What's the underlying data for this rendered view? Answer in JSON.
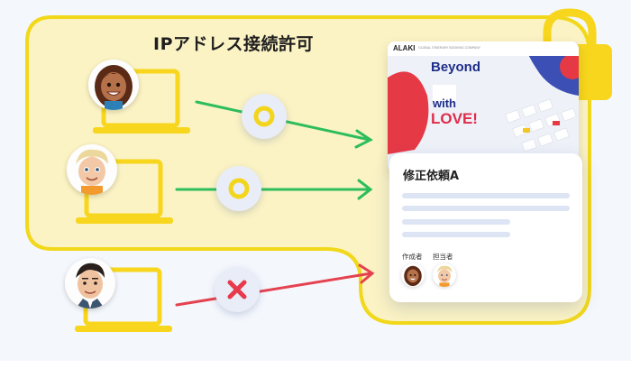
{
  "title": "IPアドレス接続許可",
  "colors": {
    "allowed_zone_fill": "#fbf3c4",
    "allowed_zone_border": "#f2d81a",
    "laptop": "#f7d61d",
    "allow_arrow": "#2ebd5c",
    "deny_arrow": "#e5424f",
    "allow_mark": "#f3d51c",
    "deny_mark": "#e83a4d",
    "lock": "#f7d61d"
  },
  "users": [
    {
      "name": "user-woman",
      "status": "allowed",
      "mark": "circle-icon"
    },
    {
      "name": "user-boy",
      "status": "allowed",
      "mark": "circle-icon"
    },
    {
      "name": "user-man",
      "status": "denied",
      "mark": "cross-icon"
    }
  ],
  "document": {
    "logo": "ALAKI",
    "logo_subtitle": "GLOBAL ITINERARY BOOKING COMPANY",
    "headline_1": "Beyond",
    "headline_2": "with",
    "headline_3": "LOVE!"
  },
  "request_card": {
    "title": "修正依頼A",
    "creator_label": "作成者",
    "assignee_label": "担当者"
  },
  "icons": [
    "lock-icon",
    "laptop-icon",
    "circle-icon",
    "cross-icon",
    "arrow-right-icon"
  ]
}
